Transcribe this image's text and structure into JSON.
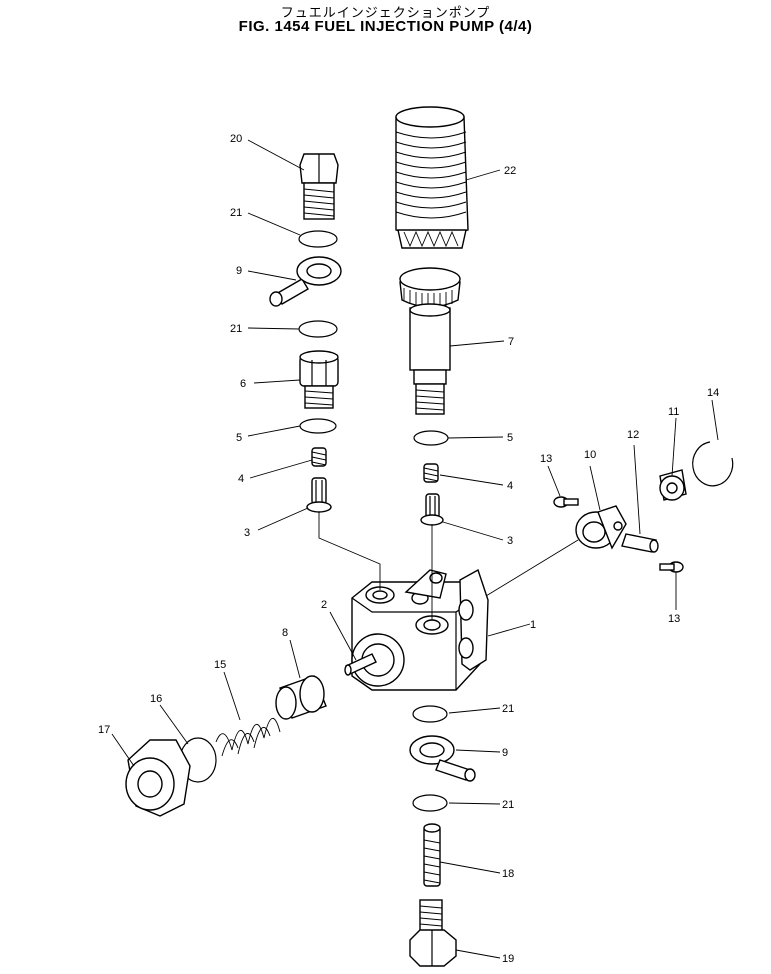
{
  "header": {
    "title_jp": "フュエルインジェクションポンプ",
    "title_en": "FIG. 1454  FUEL INJECTION PUMP (4/4)"
  },
  "callouts": [
    {
      "id": "c20",
      "text": "20"
    },
    {
      "id": "c22",
      "text": "22"
    },
    {
      "id": "c21a",
      "text": "21"
    },
    {
      "id": "c9a",
      "text": "9"
    },
    {
      "id": "c21b",
      "text": "21"
    },
    {
      "id": "c7",
      "text": "7"
    },
    {
      "id": "c6",
      "text": "6"
    },
    {
      "id": "c14",
      "text": "14"
    },
    {
      "id": "c5a",
      "text": "5"
    },
    {
      "id": "c5b",
      "text": "5"
    },
    {
      "id": "c11",
      "text": "11"
    },
    {
      "id": "c12",
      "text": "12"
    },
    {
      "id": "c13a",
      "text": "13"
    },
    {
      "id": "c10",
      "text": "10"
    },
    {
      "id": "c4a",
      "text": "4"
    },
    {
      "id": "c4b",
      "text": "4"
    },
    {
      "id": "c3a",
      "text": "3"
    },
    {
      "id": "c3b",
      "text": "3"
    },
    {
      "id": "c13b",
      "text": "13"
    },
    {
      "id": "c2",
      "text": "2"
    },
    {
      "id": "c1",
      "text": "1"
    },
    {
      "id": "c8",
      "text": "8"
    },
    {
      "id": "c15",
      "text": "15"
    },
    {
      "id": "c16",
      "text": "16"
    },
    {
      "id": "c17",
      "text": "17"
    },
    {
      "id": "c21c",
      "text": "21"
    },
    {
      "id": "c9b",
      "text": "9"
    },
    {
      "id": "c21d",
      "text": "21"
    },
    {
      "id": "c18",
      "text": "18"
    },
    {
      "id": "c19",
      "text": "19"
    }
  ]
}
